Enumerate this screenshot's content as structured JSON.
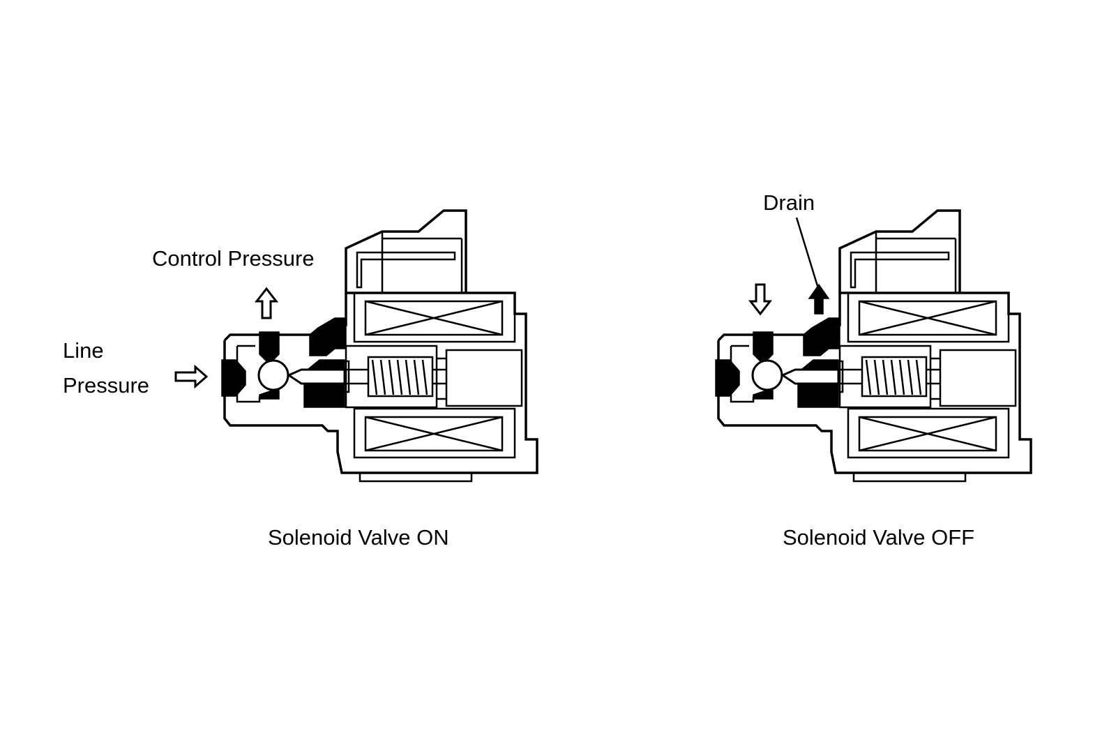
{
  "labels": {
    "control_pressure": "Control Pressure",
    "line": "Line",
    "pressure": "Pressure",
    "drain": "Drain",
    "caption_on": "Solenoid Valve ON",
    "caption_off": "Solenoid Valve OFF"
  },
  "colors": {
    "ink": "#000000",
    "paper": "#ffffff"
  },
  "icons": [
    "arrow-up-outline-icon",
    "arrow-right-outline-icon",
    "arrow-down-outline-icon",
    "arrow-up-solid-icon"
  ]
}
